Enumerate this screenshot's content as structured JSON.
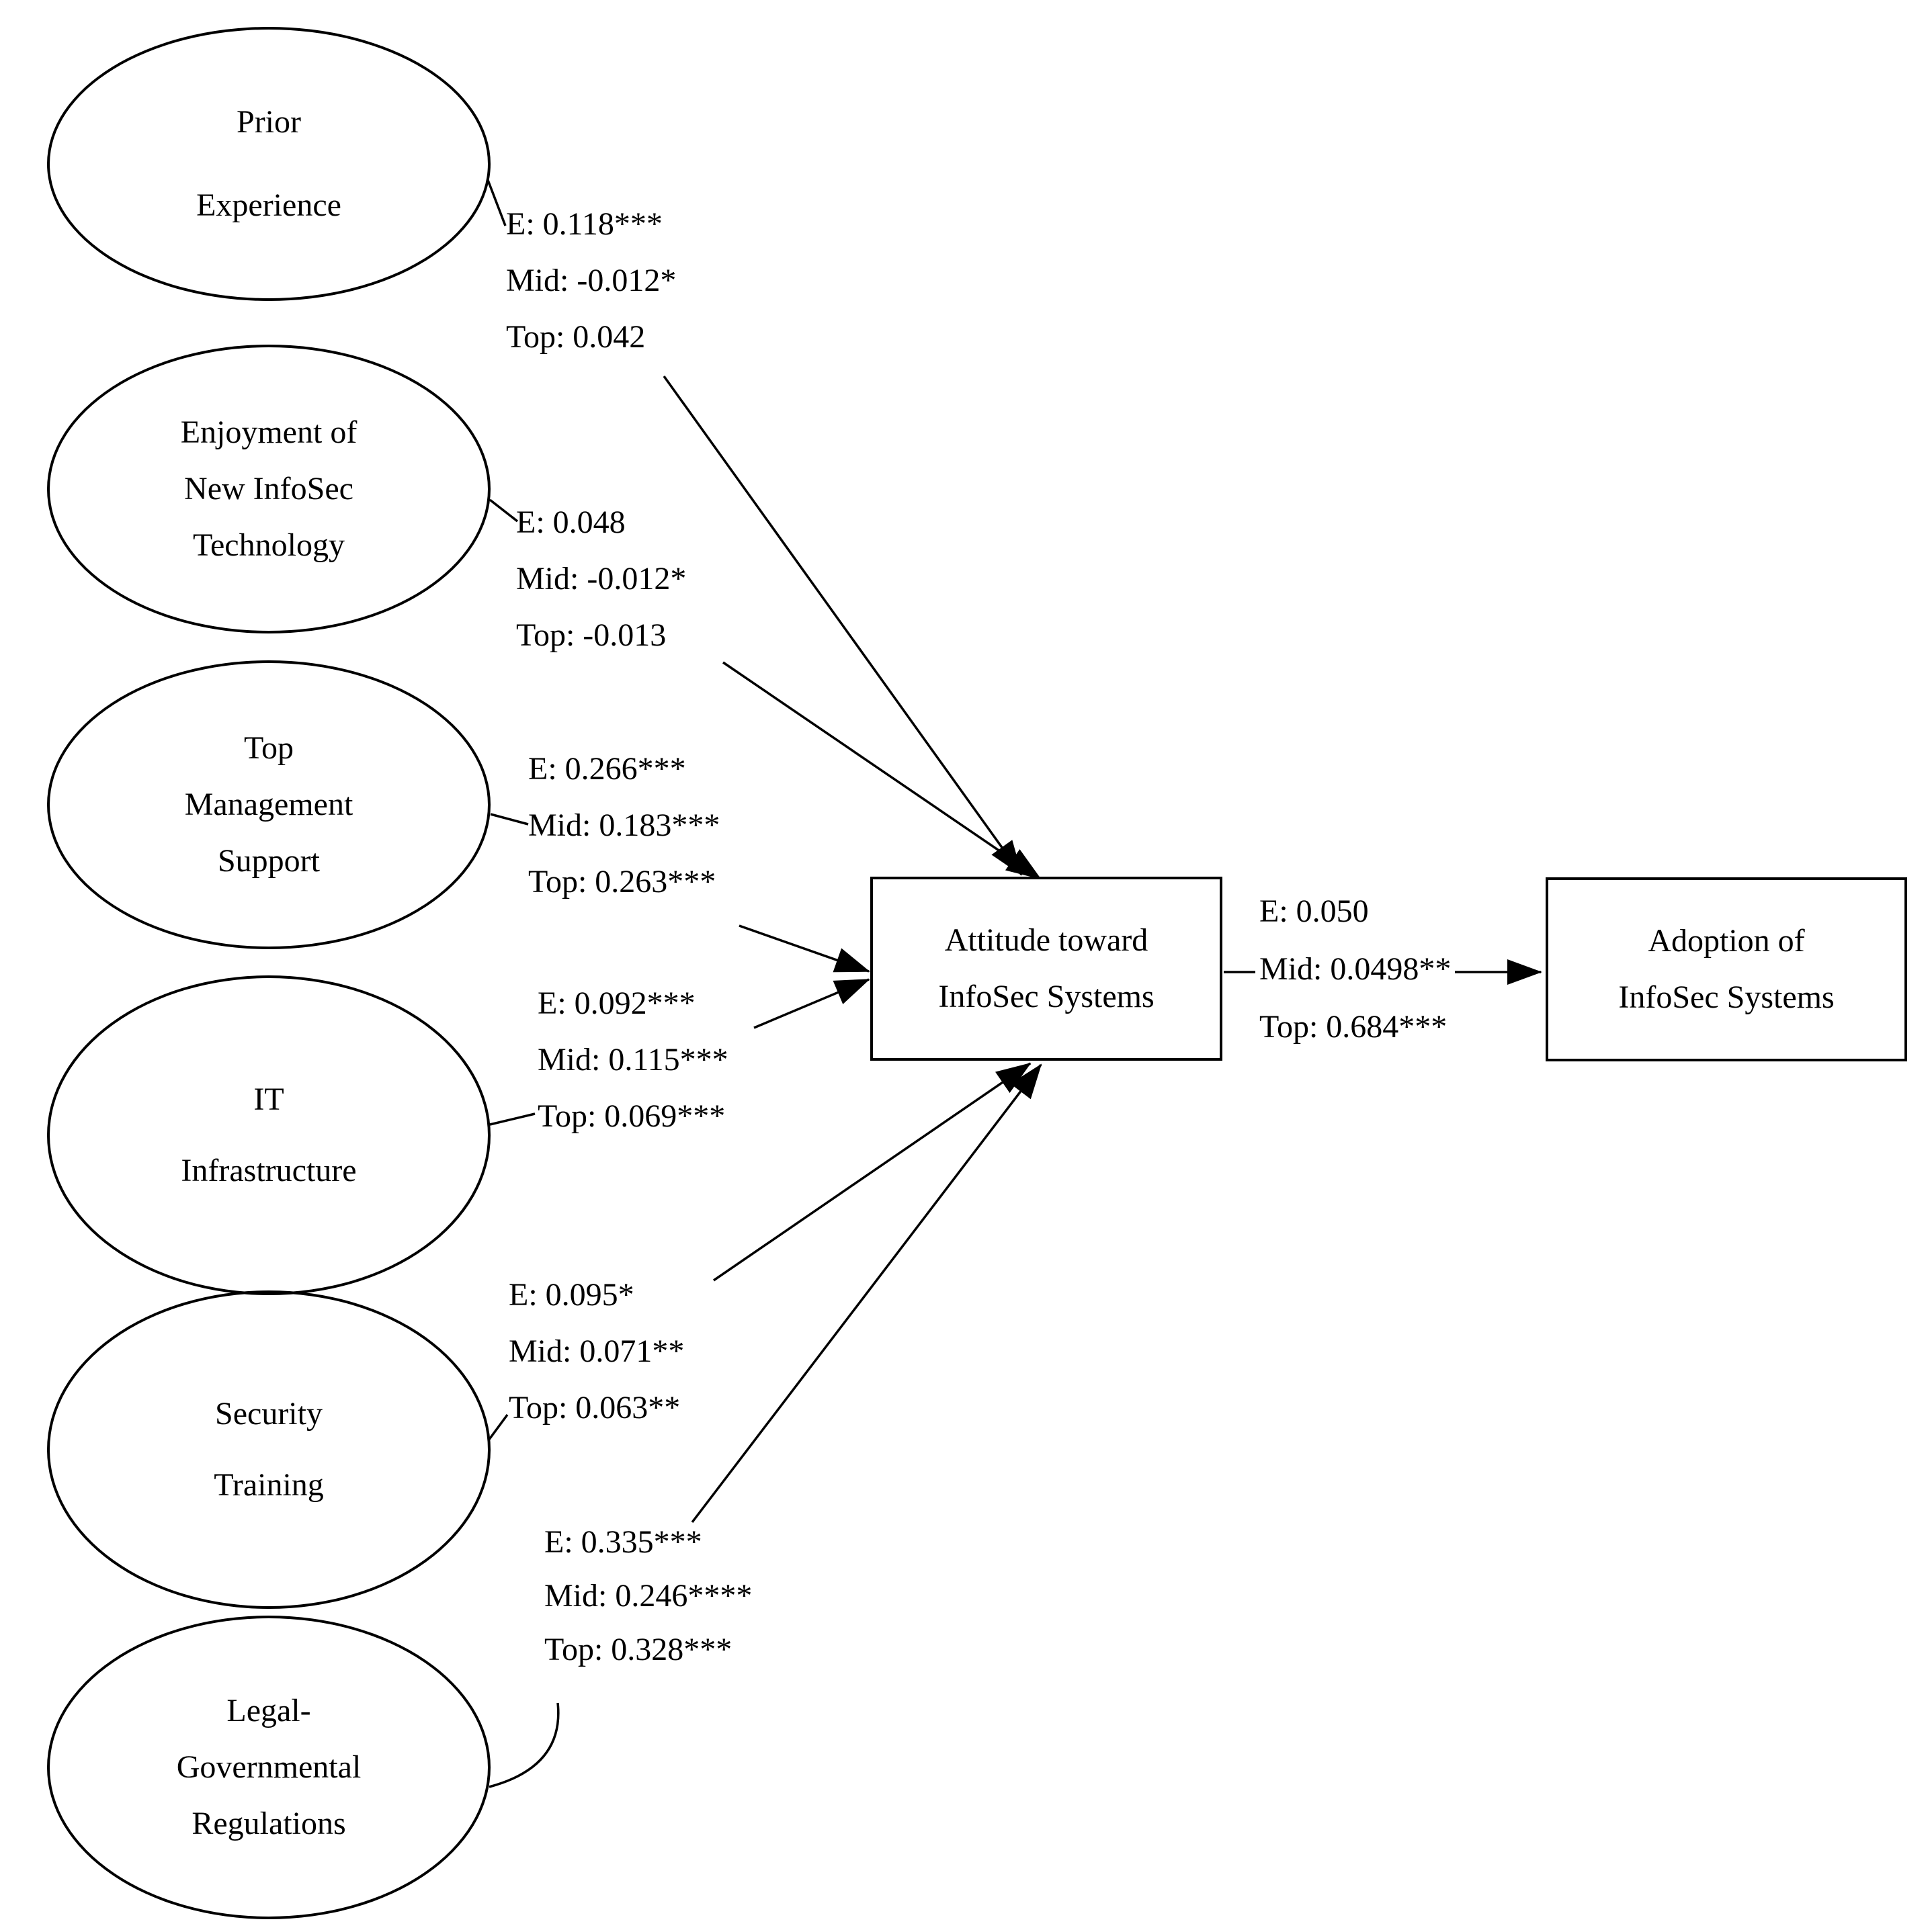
{
  "page": {
    "background": "#ffffff",
    "ink": "#000000"
  },
  "diagram": {
    "factors": [
      {
        "id": "prior-experience",
        "lines": [
          "Prior",
          "Experience"
        ]
      },
      {
        "id": "enjoyment-new-infosec-technology",
        "lines": [
          "Enjoyment of",
          "New InfoSec",
          "Technology"
        ]
      },
      {
        "id": "top-management-support",
        "lines": [
          "Top",
          "Management",
          "Support"
        ]
      },
      {
        "id": "it-infrastructure",
        "lines": [
          "IT",
          "Infrastructure"
        ]
      },
      {
        "id": "security-training",
        "lines": [
          "Security",
          "Training"
        ]
      },
      {
        "id": "legal-governmental-regulations",
        "lines": [
          "Legal-",
          "Governmental",
          "Regulations"
        ]
      }
    ],
    "mediator": {
      "id": "attitude-toward-infosec-systems",
      "lines": [
        "Attitude toward",
        "InfoSec Systems"
      ]
    },
    "outcome": {
      "id": "adoption-of-infosec-systems",
      "lines": [
        "Adoption of",
        "InfoSec Systems"
      ]
    },
    "paths": [
      {
        "from": "Prior Experience",
        "to": "Attitude toward InfoSec Systems",
        "labels": [
          "E: 0.118***",
          "Mid: -0.012*",
          "Top: 0.042"
        ]
      },
      {
        "from": "Enjoyment of New InfoSec Technology",
        "to": "Attitude toward InfoSec Systems",
        "labels": [
          "E: 0.048",
          "Mid: -0.012*",
          "Top: -0.013"
        ]
      },
      {
        "from": "Top Management Support",
        "to": "Attitude toward InfoSec Systems",
        "labels": [
          "E: 0.266***",
          "Mid: 0.183***",
          "Top: 0.263***"
        ]
      },
      {
        "from": "IT Infrastructure",
        "to": "Attitude toward InfoSec Systems",
        "labels": [
          "E: 0.092***",
          "Mid: 0.115***",
          "Top: 0.069***"
        ]
      },
      {
        "from": "Security Training",
        "to": "Attitude toward InfoSec Systems",
        "labels": [
          "E: 0.095*",
          "Mid: 0.071**",
          "Top: 0.063**"
        ]
      },
      {
        "from": "Legal-Governmental Regulations",
        "to": "Attitude toward InfoSec Systems",
        "labels": [
          "E: 0.335***",
          "Mid: 0.246****",
          "Top: 0.328***"
        ]
      },
      {
        "from": "Attitude toward InfoSec Systems",
        "to": "Adoption of InfoSec Systems",
        "labels": [
          "E: 0.050",
          "Mid: 0.0498**",
          "Top: 0.684***"
        ]
      }
    ]
  }
}
